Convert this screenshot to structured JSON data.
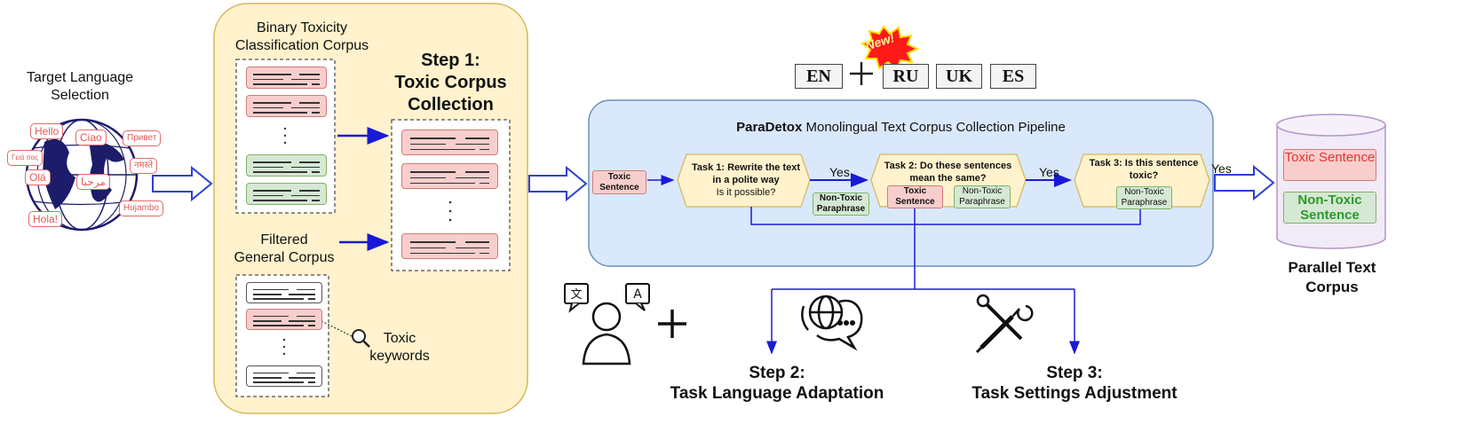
{
  "colors": {
    "toxic_fill": "#f8cecc",
    "toxic_border": "#d07b78",
    "nontoxic_fill": "#d5e8d4",
    "nontoxic_border": "#82b366",
    "arrow_blue": "#1a1ad6",
    "pipeline_bg": "#dae8fc",
    "step1_bg": "#fff2cc",
    "task_bg": "#fff2cc",
    "corpus_toxic_text": "#e03434",
    "corpus_nontoxic_text": "#2b9a2b"
  },
  "target_language": {
    "title_line1": "Target Language",
    "title_line2": "Selection",
    "greetings": [
      "Hello",
      "Ciao",
      "Привет",
      "Olá",
      "مرحبا",
      "नमस्ते",
      "Hola!",
      "Hujambo",
      "Γειά σας"
    ]
  },
  "step1": {
    "binary_title_line1": "Binary Toxicity",
    "binary_title_line2": "Classification Corpus",
    "filtered_title_line1": "Filtered",
    "filtered_title_line2": "General Corpus",
    "toxic_keywords_line1": "Toxic",
    "toxic_keywords_line2": "keywords",
    "heading_line1": "Step 1:",
    "heading_line2": "Toxic Corpus",
    "heading_line3": "Collection",
    "dots": "·  ·  ·"
  },
  "languages": {
    "base": "EN",
    "plus": "+",
    "new_badge": "New!",
    "added": [
      "RU",
      "UK",
      "ES"
    ]
  },
  "pipeline": {
    "title_bold": "ParaDetox",
    "title_rest": " Monolingual Text Corpus Collection Pipeline",
    "input_chip": "Toxic Sentence",
    "task1_line1": "Task 1: Rewrite the text",
    "task1_line2": "in a polite way",
    "task1_line3": "Is it possible?",
    "task1_output": "Non-Toxic Paraphrase",
    "task2_line1": "Task 2: Do these sentences",
    "task2_line2": "mean the same?",
    "task2_chip_toxic": "Toxic Sentence",
    "task2_chip_nontoxic": "Non-Toxic Paraphrase",
    "task3_line1": "Task 3: Is this sentence",
    "task3_line2": "toxic?",
    "task3_chip": "Non-Toxic Paraphrase",
    "yes1": "Yes",
    "yes2": "Yes",
    "yes3": "Yes"
  },
  "parallel_corpus": {
    "toxic_label": "Toxic Sentence",
    "nontoxic_label": "Non-Toxic Sentence",
    "title_line1": "Parallel Text",
    "title_line2": "Corpus"
  },
  "step2": {
    "heading_line1": "Step 2:",
    "heading_line2": "Task Language Adaptation",
    "plus": "+"
  },
  "step3": {
    "heading_line1": "Step 3:",
    "heading_line2": "Task Settings Adjustment"
  },
  "icons": [
    "globe-icon",
    "magnifier-icon",
    "translator-person-icon",
    "language-chat-icon",
    "tools-icon"
  ]
}
